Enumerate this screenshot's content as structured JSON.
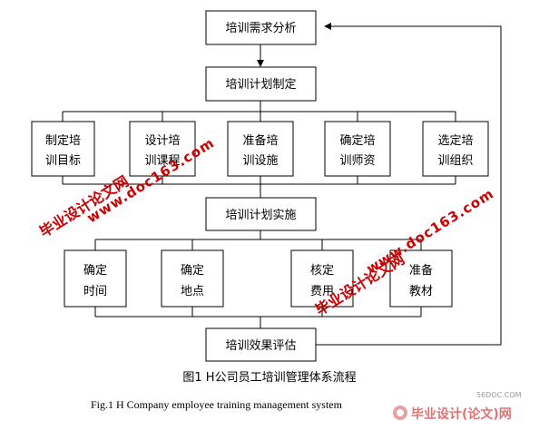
{
  "diagram": {
    "nodes": {
      "needs_analysis": "培训需求分析",
      "plan_making": "培训计划制定",
      "goal": [
        "制定培",
        "训目标"
      ],
      "course": [
        "设计培",
        "训课程"
      ],
      "facility": [
        "准备培",
        "训设施"
      ],
      "trainer": [
        "确定培",
        "训师资"
      ],
      "org": [
        "选定培",
        "训组织"
      ],
      "implementation": "培训计划实施",
      "time": [
        "确定",
        "时间"
      ],
      "place": [
        "确定",
        "地点"
      ],
      "cost": [
        "核定",
        "费用"
      ],
      "material": [
        "准备",
        "教材"
      ],
      "evaluation": "培训效果评估"
    },
    "caption_cn": "图1  H公司员工培训管理体系流程",
    "caption_en": "Fig.1  H Company employee training management system"
  },
  "watermarks": {
    "url": "www.doc163.com",
    "site": "毕业设计论文网",
    "corner_site": "毕业设计(论文)网",
    "corner_domain": "56DOC.COM"
  },
  "colors": {
    "line": "#000000",
    "watermark": "#cc0000",
    "watermark_light": "#e7a0a0"
  }
}
